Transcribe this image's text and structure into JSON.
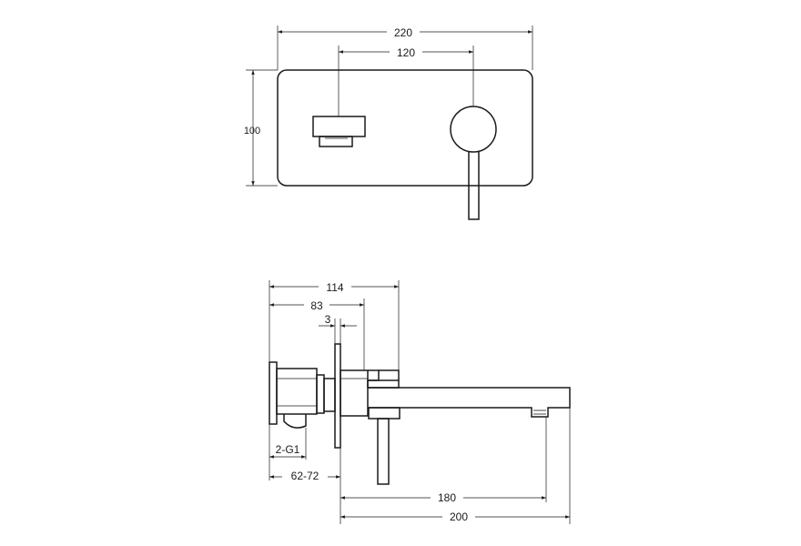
{
  "front_view": {
    "width_label": "220",
    "spacing_label": "120",
    "height_label": "100"
  },
  "side_view": {
    "total_depth_label": "114",
    "body_depth_label": "83",
    "plate_thickness_label": "3",
    "thread_label": "2-G1",
    "wall_depth_label": "62-72",
    "spout_reach_label": "180",
    "overall_reach_label": "200"
  }
}
